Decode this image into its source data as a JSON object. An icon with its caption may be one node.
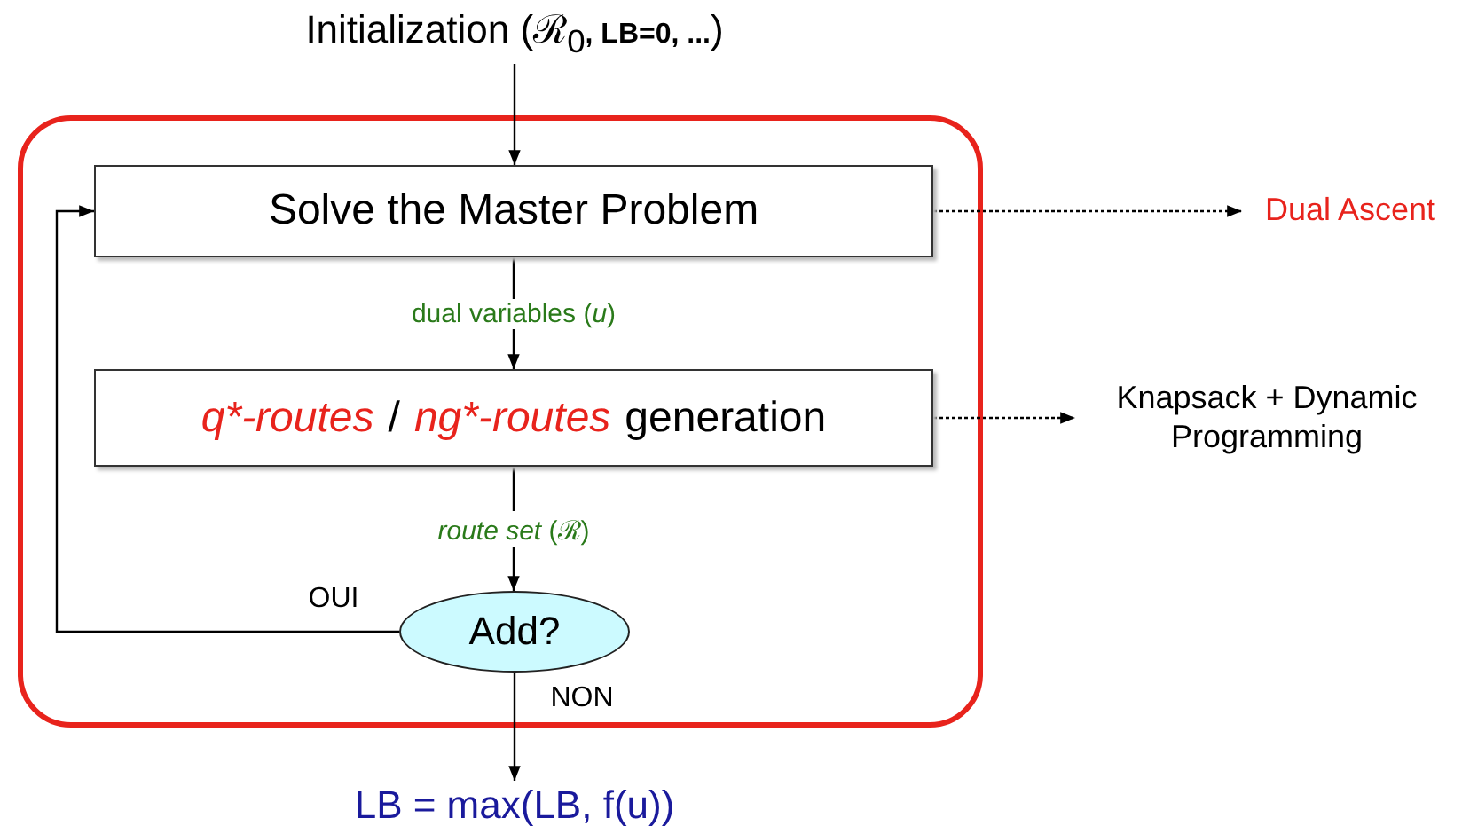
{
  "diagram": {
    "nodes": [
      {
        "text": [
          "Initialization (ℛ$_{0}$**, LB=0, ...**)"
        ]
      },
      {
        "text": [],
        "shape": "box"
      },
      {
        "text": [
          "Solve the Master Problem"
        ],
        "in": 1
      },
      {
        "text": [
          "q*-routes",
          "/",
          "ng*-routes",
          "generation"
        ],
        "in": 1
      },
      {
        "text": [
          "Add?"
        ],
        "in": 1
      },
      {
        "text": [
          "Dual Ascent"
        ]
      },
      {
        "text": [
          "Knapsack + Dynamic Programming"
        ]
      },
      {
        "text": [
          "LB = max(LB, f(u))"
        ]
      }
    ],
    "edges": [
      {
        "from": 0,
        "to": 2,
        "arrow": "to"
      },
      {
        "from": 2,
        "to": 3,
        "arrow": "to",
        "label": "dual variables (*u*)"
      },
      {
        "from": 3,
        "to": 4,
        "arrow": "to",
        "label": "*route set* (ℛ)"
      },
      {
        "from": 4,
        "to": 2,
        "arrow": "to",
        "label": "OUI"
      },
      {
        "from": 4,
        "to": 7,
        "arrow": "to",
        "label": "NON"
      },
      {
        "from": 2,
        "to": 5,
        "arrow": "to",
        "style": "dashed"
      },
      {
        "from": 3,
        "to": 6,
        "arrow": "to",
        "style": "dashed"
      }
    ]
  }
}
